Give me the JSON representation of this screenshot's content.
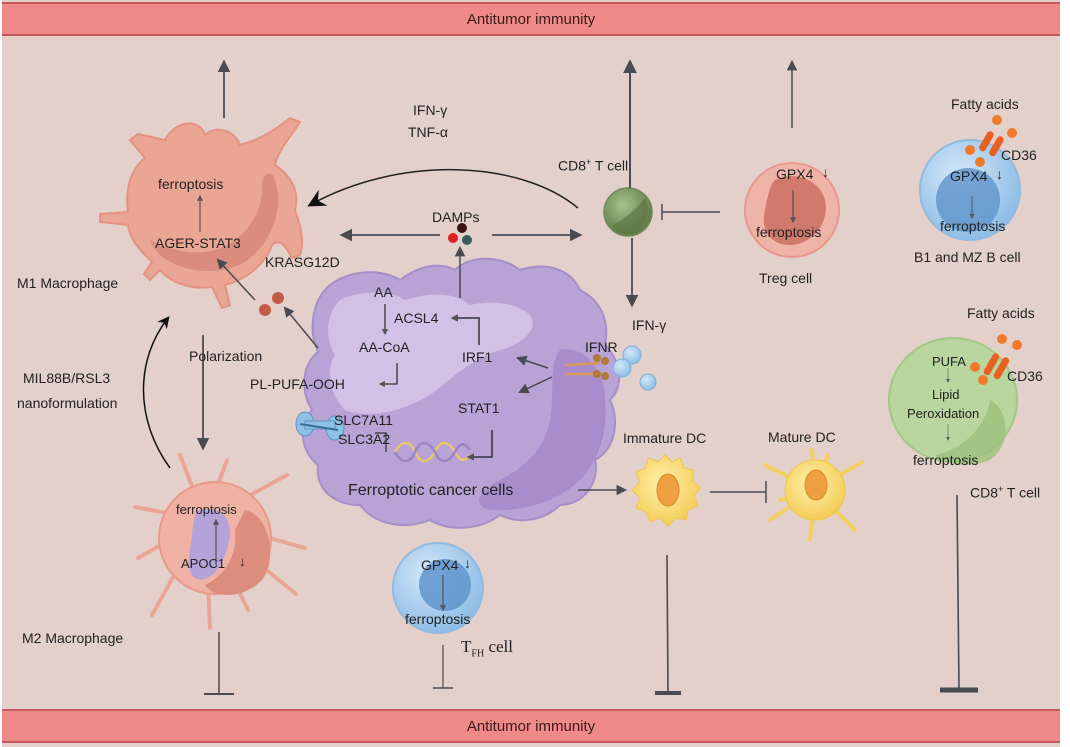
{
  "bands": {
    "top": "Antitumor immunity",
    "bottom": "Antitumor immunity"
  },
  "m1_macrophage": {
    "name": "M1 Macrophage",
    "ferroptosis": "ferroptosis",
    "pathway": "AGER-STAT3",
    "mutation": "KRASG12D"
  },
  "m2_macrophage": {
    "name": "M2 Macrophage",
    "ferroptosis": "ferroptosis",
    "marker": "APOC1",
    "marker_trend": "↓"
  },
  "polarization": "Polarization",
  "nanoformulation": {
    "line1": "MIL88B/RSL3",
    "line2": "nanoformulation"
  },
  "cytokines": {
    "line1": "IFN-γ",
    "line2": "TNF-α"
  },
  "damps": "DAMPs",
  "cancer_cell": {
    "name": "Ferroptotic cancer cells",
    "aa": "AA",
    "acsl4": "ACSL4",
    "aa_coa": "AA-CoA",
    "pl_pufa_ooh": "PL-PUFA-OOH",
    "irf1": "IRF1",
    "stat1": "STAT1",
    "slc7a11": "SLC7A11",
    "slc3a2": "SLC3A2",
    "ifnr": "IFNR",
    "ifn_gamma": "IFN-γ"
  },
  "cd8_t_cell_center": {
    "name_main": "CD8",
    "name_sup": "+",
    "name_rest": " T cell"
  },
  "treg_cell": {
    "name": "Treg cell",
    "gpx4": "GPX4",
    "gpx4_trend": "↓",
    "ferroptosis": "ferroptosis"
  },
  "b_cell": {
    "name": "B1 and MZ B cell",
    "fatty_acids": "Fatty acids",
    "cd36": "CD36",
    "gpx4": "GPX4",
    "gpx4_trend": "↓",
    "ferroptosis": "ferroptosis"
  },
  "cd8_t_cell_right": {
    "name_main": "CD8",
    "name_sup": "+",
    "name_rest": " T cell",
    "fatty_acids": "Fatty acids",
    "cd36": "CD36",
    "pufa": "PUFA",
    "lipid1": "Lipid",
    "lipid2": "Peroxidation",
    "ferroptosis": "ferroptosis"
  },
  "tfh_cell": {
    "name_main": "T",
    "name_sub": "FH",
    "name_rest": " cell",
    "gpx4": "GPX4",
    "gpx4_trend": "↓",
    "ferroptosis": "ferroptosis"
  },
  "dendritic_cells": {
    "immature": "Immature DC",
    "mature": "Mature DC"
  },
  "colors": {
    "band": "#ef8a89",
    "background": "#e3d0ca",
    "arrow": "#4a4a52",
    "cancer_cell": "#b9a2d6",
    "macrophage": "#ecaa9a",
    "cd8_green": "#7e9a62",
    "b_cell_blue": "#9ec7ea",
    "cd8_right_green": "#b4d49a",
    "dc_yellow": "#f6d66a",
    "fatty_acid_orange": "#f07a2a"
  }
}
